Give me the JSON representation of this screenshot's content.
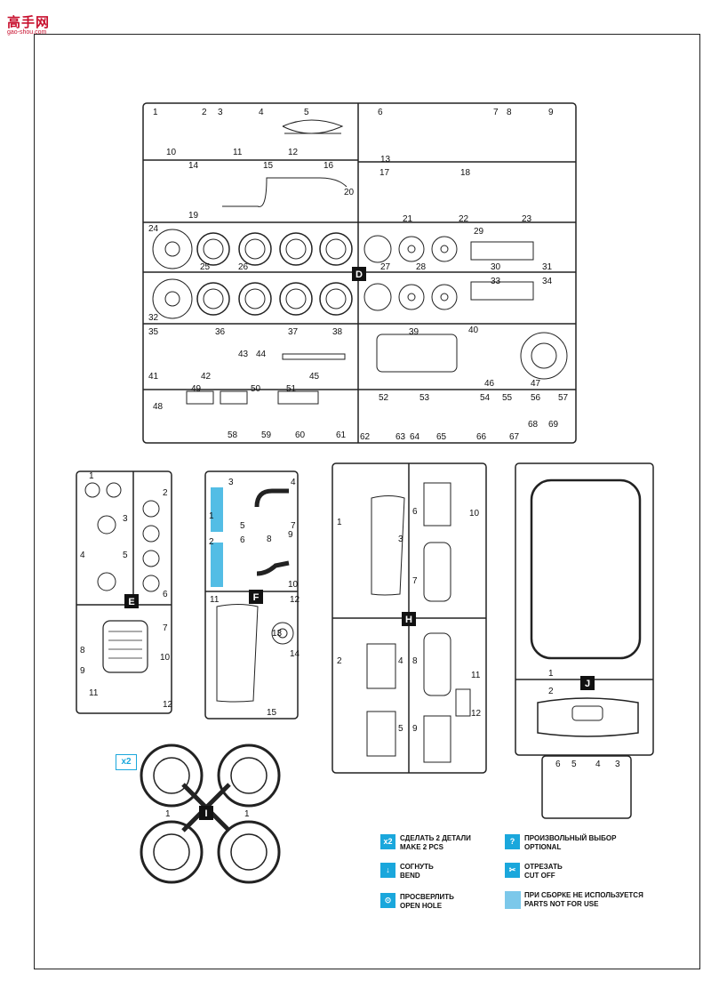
{
  "watermark": {
    "brand": "高手网",
    "url": "gao-shou.com"
  },
  "sprues": {
    "D": {
      "badge": "D",
      "part_numbers": [
        "1",
        "2",
        "3",
        "4",
        "5",
        "6",
        "7",
        "8",
        "9",
        "10",
        "11",
        "12",
        "13",
        "14",
        "15",
        "16",
        "17",
        "18",
        "19",
        "20",
        "21",
        "22",
        "23",
        "24",
        "25",
        "26",
        "27",
        "28",
        "29",
        "30",
        "31",
        "32",
        "33",
        "34",
        "35",
        "36",
        "37",
        "38",
        "39",
        "40",
        "41",
        "42",
        "43",
        "44",
        "45",
        "46",
        "47",
        "48",
        "49",
        "50",
        "51",
        "52",
        "53",
        "54",
        "55",
        "56",
        "57",
        "58",
        "59",
        "60",
        "61",
        "62",
        "63",
        "64",
        "65",
        "66",
        "67",
        "68",
        "69"
      ]
    },
    "E": {
      "badge": "E",
      "part_numbers": [
        "1",
        "2",
        "3",
        "4",
        "5",
        "6",
        "7",
        "8",
        "9",
        "10",
        "11",
        "12"
      ]
    },
    "F": {
      "badge": "F",
      "part_numbers": [
        "1",
        "2",
        "3",
        "4",
        "5",
        "6",
        "7",
        "8",
        "9",
        "10",
        "11",
        "12",
        "13",
        "14",
        "15"
      ]
    },
    "H": {
      "badge": "H",
      "part_numbers": [
        "1",
        "2",
        "3",
        "4",
        "5",
        "6",
        "7",
        "8",
        "9",
        "10",
        "11",
        "12"
      ]
    },
    "J": {
      "badge": "J",
      "part_numbers": [
        "1",
        "2",
        "3",
        "4",
        "5",
        "6"
      ]
    },
    "I": {
      "badge": "I",
      "multiplier": "x2",
      "part_numbers": [
        "1",
        "1"
      ]
    }
  },
  "legend": [
    {
      "icon": "x2",
      "icon_name": "make-2-pcs-icon",
      "ru": "СДЕЛАТЬ 2 ДЕТАЛИ",
      "en": "MAKE 2 PCS"
    },
    {
      "icon": "?",
      "icon_name": "optional-icon",
      "ru": "ПРОИЗВОЛЬНЫЙ ВЫБОР",
      "en": "OPTIONAL"
    },
    {
      "icon": "↓",
      "icon_name": "bend-icon",
      "ru": "СОГНУТЬ",
      "en": "BEND"
    },
    {
      "icon": "✂",
      "icon_name": "cut-off-icon",
      "ru": "ОТРЕЗАТЬ",
      "en": "CUT OFF"
    },
    {
      "icon": "⊙",
      "icon_name": "open-hole-icon",
      "ru": "ПРОСВЕРЛИТЬ",
      "en": "OPEN HOLE"
    },
    {
      "icon": "",
      "icon_name": "parts-not-for-use-icon",
      "ru": "ПРИ СБОРКЕ НЕ ИСПОЛЬЗУЕТСЯ",
      "en": "PARTS NOT FOR USE"
    }
  ],
  "colors": {
    "accent": "#1aa7dc",
    "line": "#222222",
    "badge": "#111111",
    "watermark": "#c8102e"
  }
}
